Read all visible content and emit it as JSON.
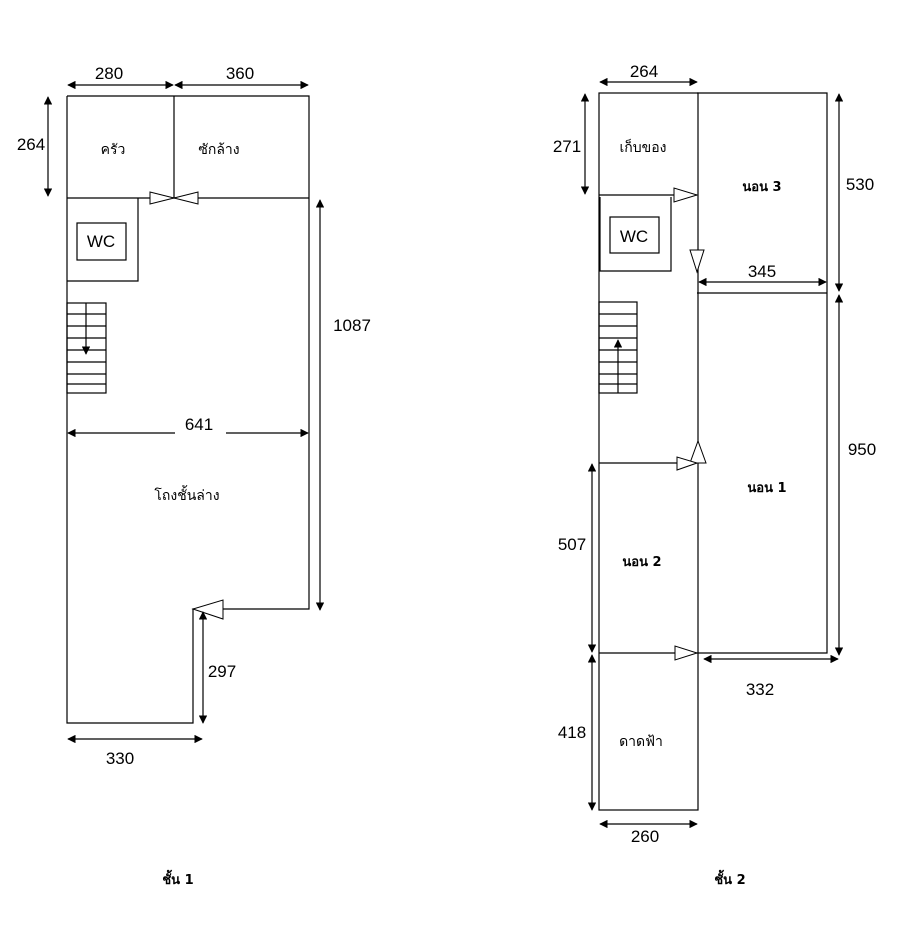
{
  "floor1": {
    "caption": "ชั้น 1",
    "rooms": {
      "kitchen": "ครัว",
      "laundry": "ซักล้าง",
      "wc": "WC",
      "hall": "โถงชั้นล่าง"
    },
    "dims": {
      "top_left_width": "280",
      "top_right_width": "360",
      "top_height": "264",
      "total_width": "641",
      "main_height": "1087",
      "notch_height": "297",
      "bottom_width": "330"
    }
  },
  "floor2": {
    "caption": "ชั้น 2",
    "rooms": {
      "storage": "เก็บของ",
      "wc": "WC",
      "bedroom3": "นอน 3",
      "bedroom1": "นอน 1",
      "bedroom2": "นอน 2",
      "terrace": "ดาดฟ้า"
    },
    "dims": {
      "left_width": "264",
      "storage_height": "271",
      "bedroom3_height": "530",
      "bedroom3_width": "345",
      "bedroom1_height": "950",
      "bedroom1_width": "332",
      "bedroom2_height": "507",
      "terrace_height": "418",
      "terrace_width": "260"
    }
  }
}
